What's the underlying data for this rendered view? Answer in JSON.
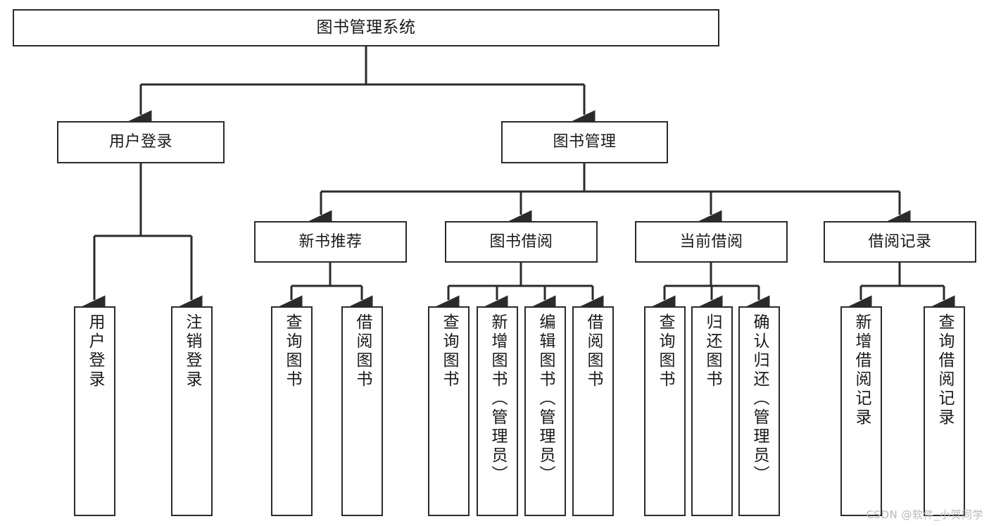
{
  "diagram": {
    "title": "图书管理系统",
    "watermark": "CSDN @软件_小贺同学",
    "type": "tree-hierarchy-diagram",
    "colors": {
      "box_border": "#2b2b2b",
      "box_fill": "#ffffff",
      "edge": "#2b2b2b",
      "text": "#1a1a1a",
      "watermark": "#b9b9b9",
      "background": "#ffffff"
    },
    "nodes": {
      "root": {
        "label": "图书管理系统"
      },
      "level2": [
        {
          "id": "user-login",
          "label": "用户登录"
        },
        {
          "id": "book-manage",
          "label": "图书管理"
        }
      ],
      "level3": [
        {
          "id": "new-book-recommend",
          "label": "新书推荐"
        },
        {
          "id": "book-borrow",
          "label": "图书借阅"
        },
        {
          "id": "current-borrow",
          "label": "当前借阅"
        },
        {
          "id": "borrow-record",
          "label": "借阅记录"
        }
      ],
      "leaves": {
        "user-login": [
          {
            "id": "leaf-user-login",
            "label": "用户登录"
          },
          {
            "id": "leaf-logout",
            "label": "注销登录"
          }
        ],
        "new-book-recommend": [
          {
            "id": "leaf-query-book-1",
            "label": "查询图书"
          },
          {
            "id": "leaf-borrow-book-1",
            "label": "借阅图书"
          }
        ],
        "book-borrow": [
          {
            "id": "leaf-query-book-2",
            "label": "查询图书"
          },
          {
            "id": "leaf-add-book",
            "label": "新增图书（管理员）"
          },
          {
            "id": "leaf-edit-book",
            "label": "编辑图书（管理员）"
          },
          {
            "id": "leaf-borrow-book-2",
            "label": "借阅图书"
          }
        ],
        "current-borrow": [
          {
            "id": "leaf-query-book-3",
            "label": "查询图书"
          },
          {
            "id": "leaf-return-book",
            "label": "归还图书"
          },
          {
            "id": "leaf-confirm-return",
            "label": "确认归还（管理员）"
          }
        ],
        "borrow-record": [
          {
            "id": "leaf-add-record",
            "label": "新增借阅记录"
          },
          {
            "id": "leaf-query-record",
            "label": "查询借阅记录"
          }
        ]
      }
    }
  }
}
